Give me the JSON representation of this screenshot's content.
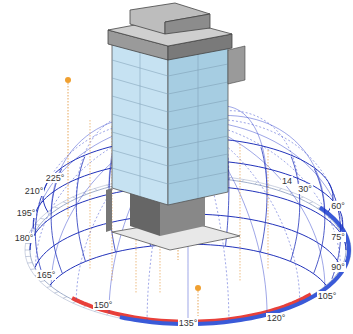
{
  "diagram": {
    "labels": [
      "14",
      "30°",
      "60°",
      "75°",
      "90°",
      "105°",
      "120°",
      "135°",
      "150°",
      "165°",
      "180°",
      "195°",
      "210°",
      "225°"
    ]
  }
}
